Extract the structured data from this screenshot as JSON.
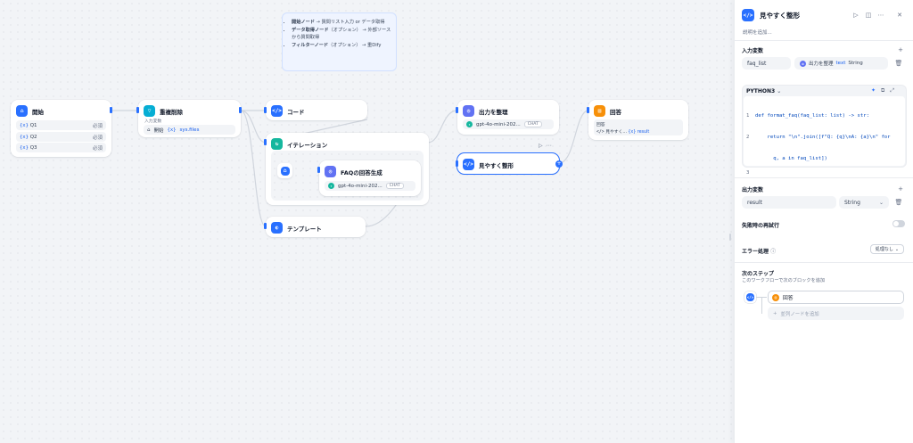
{
  "note": {
    "items": [
      {
        "bold": "開始ノード",
        "rest": " → 質問リスト入力 or データ取得"
      },
      {
        "bold": "データ取得ノード",
        "rest": "（オプション） → 外部ソースから質問取得"
      },
      {
        "bold": "フィルターノード",
        "rest": "（オプション） → 重Dify"
      }
    ]
  },
  "nodes": {
    "start": {
      "title": "開始",
      "vars": [
        {
          "name": "Q1",
          "req": "必須"
        },
        {
          "name": "Q2",
          "req": "必須"
        },
        {
          "name": "Q3",
          "req": "必須"
        }
      ]
    },
    "dedupe": {
      "title": "重複削除",
      "sub": "入力変数",
      "src_node": "開始",
      "src_var": "sys.files"
    },
    "code": {
      "title": "コード"
    },
    "iteration": {
      "title": "イテレーション"
    },
    "faq_gen": {
      "title": "FAQの回答生成",
      "model": "gpt-4o-mini-202...",
      "mode": "CHAT"
    },
    "template": {
      "title": "テンプレート"
    },
    "format_out": {
      "title": "出力を整理",
      "model": "gpt-4o-mini-202...",
      "mode": "CHAT"
    },
    "pretty": {
      "title": "見やすく整形"
    },
    "answer": {
      "title": "回答",
      "sub": "回答",
      "src_node": "見やすく...",
      "src_var": "result"
    }
  },
  "panel": {
    "title": "見やすく整形",
    "desc_placeholder": "説明を追加...",
    "input_label": "入力変数",
    "input_name": "faq_list",
    "input_src_node": "出力を整理",
    "input_src_var": "text",
    "input_type": "String",
    "lang": "PYTHON3",
    "code_lines": [
      {
        "n": "1",
        "html": "def format_faq(faq_list: list) -> str:"
      },
      {
        "n": "2",
        "html": "    return \"\\n\".join([f\"Q: {q}\\nA: {a}\\n\" for"
      },
      {
        "n": "",
        "html": "      q, a in faq_list])"
      },
      {
        "n": "3",
        "html": ""
      }
    ],
    "output_label": "出力変数",
    "output_name": "result",
    "output_type": "String",
    "retry_label": "失敗時の再試行",
    "error_label": "エラー処理",
    "error_value": "処理なし",
    "next_label": "次のステップ",
    "next_desc": "このワークフローで次のブロックを追加",
    "next_node": "回答",
    "parallel_label": "並列ノードを追加"
  },
  "colors": {
    "accent": "#2970ff",
    "canvas": "#f2f4f7"
  }
}
